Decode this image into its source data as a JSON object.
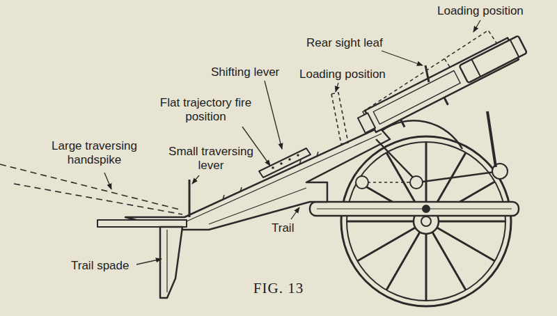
{
  "diagram": {
    "caption": "FIG. 13",
    "labels": [
      "Loading position",
      "Rear sight leaf",
      "Shifting lever",
      "Loading position",
      "Flat trajectory fire position",
      "Large traversing handspike",
      "Small traversing lever",
      "Trail",
      "Trail spade"
    ]
  }
}
